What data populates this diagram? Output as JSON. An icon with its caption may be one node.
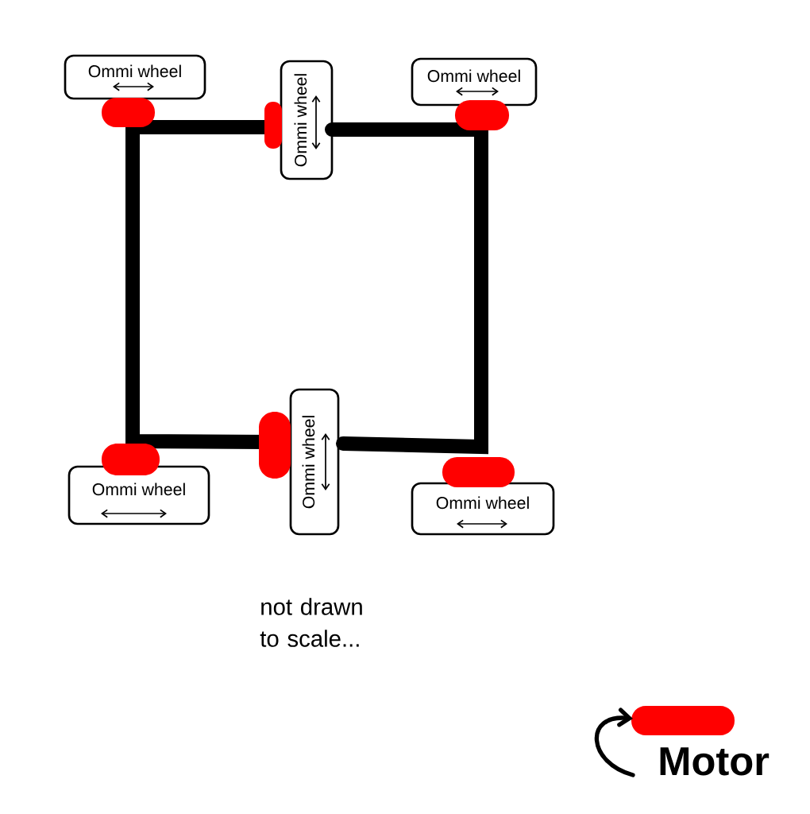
{
  "diagram": {
    "nodes": [
      {
        "text": [
          "Ommi wheel"
        ]
      },
      {
        "text": [
          "Ommi wheel"
        ]
      },
      {
        "text": [
          "Ommi wheel"
        ]
      },
      {
        "text": [
          "Ommi wheel"
        ]
      },
      {
        "text": [
          "Ommi wheel"
        ]
      },
      {
        "text": [
          "Ommi wheel"
        ]
      },
      {
        "text": [],
        "shape": "bar"
      },
      {
        "text": [],
        "shape": "bar"
      },
      {
        "text": [],
        "shape": "bar"
      },
      {
        "text": [],
        "shape": "bar"
      },
      {
        "text": [],
        "shape": "bar"
      },
      {
        "text": [],
        "shape": "bar"
      }
    ],
    "labels": [
      "not drawn to scale..."
    ],
    "legend": [
      {
        "text": "Motor",
        "color": "#ff0000"
      }
    ]
  }
}
